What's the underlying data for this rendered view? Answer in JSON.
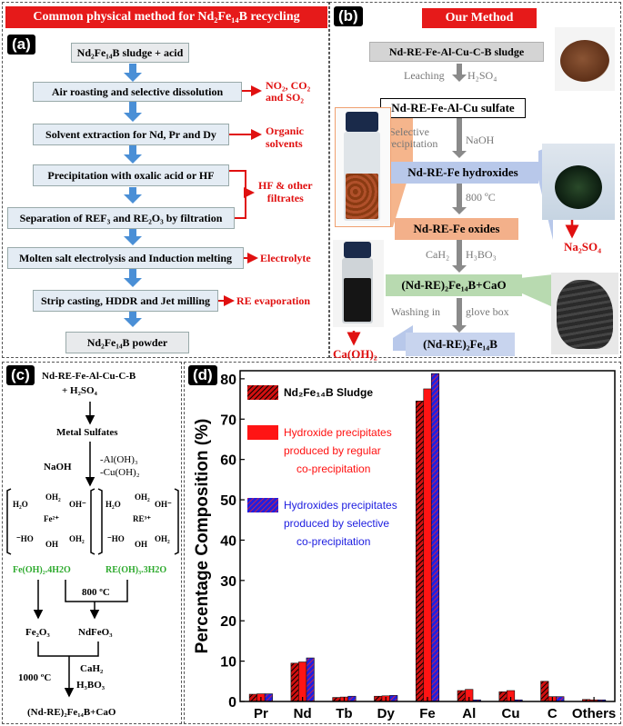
{
  "panel_a": {
    "title": "Common physical method for Nd₂Fe₁₄B recycling",
    "label": "(a)",
    "steps": [
      "Nd₂Fe₁₄B sludge + acid",
      "Air roasting and selective dissolution",
      "Solvent extraction for Nd, Pr and Dy",
      "Precipitation with oxalic acid or HF",
      "Separation of REF₃ and RE₂O₃ by filtration",
      "Molten salt electrolysis and Induction melting",
      "Strip casting, HDDR and Jet milling",
      "Nd₂Fe₁₄B powder"
    ],
    "byproducts": [
      "NO₂, CO₂",
      "and SO₂",
      "Organic",
      "solvents",
      "HF & other",
      "filtrates",
      "Electrolyte",
      "RE evaporation"
    ]
  },
  "panel_b": {
    "title": "Our Method",
    "label": "(b)",
    "steps": [
      "Nd-RE-Fe-Al-Cu-C-B sludge",
      "Nd-RE-Fe-Al-Cu sulfate",
      "Nd-RE-Fe hydroxides",
      "Nd-RE-Fe oxides",
      "(Nd-RE)₂Fe₁₄B+CaO",
      "(Nd-RE)₂Fe₁₄B"
    ],
    "conditions": [
      "Leaching",
      "H₂SO₄",
      "Selective",
      "Precipitation",
      "NaOH",
      "800 ºC",
      "CaH₂",
      "H₃BO₃",
      "Washing in",
      "glove box"
    ],
    "byproducts": [
      "Na₂SO₄",
      "Ca(OH)₂"
    ]
  },
  "panel_c": {
    "label": "(c)",
    "start_line1": "Nd-RE-Fe-Al-Cu-C-B",
    "start_line2": "+ H₂SO₄",
    "metal_sulfates": "Metal Sulfates",
    "naoh": "NaOH",
    "removed1": "-Al(OH)₃",
    "removed2": "-Cu(OH)₂",
    "fe_complex": {
      "left_top": "H₂O",
      "top": "OH₂",
      "right_top": "OH⁻",
      "center": "Fe²⁺",
      "left_bot": "⁻HO",
      "bottom": "OH",
      "right_bot": "OH₂"
    },
    "re_complex": {
      "left_top": "H₂O",
      "top": "OH₂",
      "right_top": "OH⁻",
      "center": "RE³⁺",
      "left_bot": "⁻HO",
      "bottom": "OH",
      "right_bot": "OH₂"
    },
    "fe_name": "Fe(OH)₂.4H2O",
    "re_name": "RE(OH)₃.3H2O",
    "temp1": "800 ºC",
    "fe2o3": "Fe₂O₃",
    "ndfeo3": "NdFeO₃",
    "temp2": "1000 ºC",
    "reagent1": "CaH₂",
    "reagent2": "H₃BO₃",
    "final": "(Nd-RE)₂Fe₁₄B+CaO"
  },
  "panel_d": {
    "label": "(d)"
  },
  "colors": {
    "red": "#e01010",
    "blue": "#1a1ad0",
    "dark_red": "#8b1010",
    "green": "#2eaa2e",
    "arrow_blue": "#4a8fd6"
  },
  "chart_data": {
    "type": "bar",
    "categories": [
      "Pr",
      "Nd",
      "Tb",
      "Dy",
      "Fe",
      "Al",
      "Cu",
      "C",
      "Others"
    ],
    "ylabel": "Percentage Composition (%)",
    "xlabel": "",
    "ylim": [
      0,
      82
    ],
    "yticks": [
      0,
      10,
      20,
      30,
      40,
      50,
      60,
      70,
      80
    ],
    "series": [
      {
        "name": "Nd₂Fe₁₄B Sludge",
        "values": [
          1.8,
          9.5,
          1.0,
          1.3,
          74.5,
          2.7,
          2.4,
          5.0,
          0.5
        ],
        "color": "#d01010",
        "pattern": "black-hatch"
      },
      {
        "name": "Hydroxide precipitates produced by regular co-precipitation",
        "values": [
          1.9,
          9.8,
          1.1,
          1.4,
          77.5,
          3.0,
          2.7,
          1.2,
          0.4
        ],
        "color": "#ff1010",
        "pattern": "solid"
      },
      {
        "name": "Hydroxides precipitates produced by selective co-precipitation",
        "values": [
          1.9,
          10.8,
          1.3,
          1.5,
          81.3,
          0.4,
          0.4,
          1.2,
          0.4
        ],
        "color": "#2020e0",
        "pattern": "red-hatch"
      }
    ],
    "legend_lines": [
      [
        "Nd₂Fe₁₄B Sludge"
      ],
      [
        "Hydroxide precipitates",
        "produced by regular",
        "co-precipitation"
      ],
      [
        "Hydroxides precipitates",
        "produced by selective",
        "co-precipitation"
      ]
    ],
    "legend_placement": "top-left"
  }
}
